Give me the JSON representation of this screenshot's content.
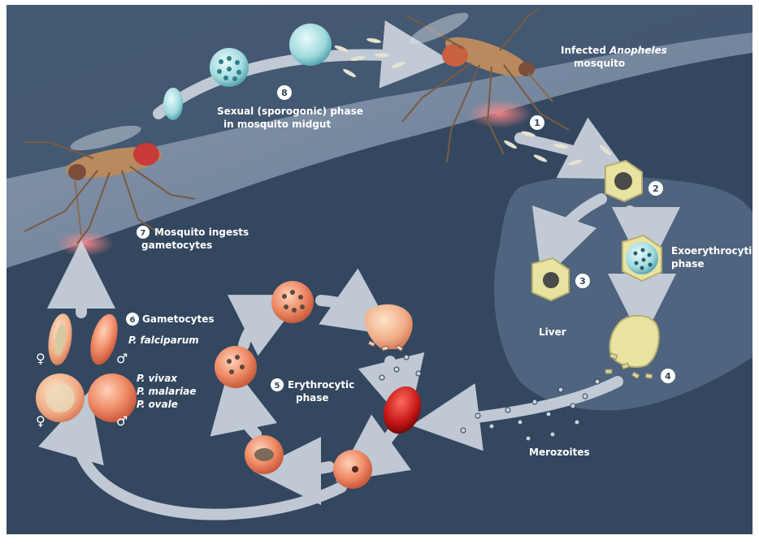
{
  "labels": {
    "infected_mosquito_line1": "Infected ",
    "infected_mosquito_species": "Anopheles",
    "infected_mosquito_line2": "mosquito",
    "sexual_phase_line1": "Sexual (sporogonic) phase",
    "sexual_phase_line2": "in mosquito midgut",
    "ingests_line1": "Mosquito ingests",
    "ingests_line2": "gametocytes",
    "gametocytes": "Gametocytes",
    "p_falciparum": "P. falciparum",
    "p_vivax": "P. vivax",
    "p_malariae": "P. malariae",
    "p_ovale": "P. ovale",
    "erythrocytic_line1": "Erythrocytic",
    "erythrocytic_line2": "phase",
    "exoerythrocytic_line1": "Exoerythrocytic",
    "exoerythrocytic_line2": "phase",
    "liver": "Liver",
    "merozoites": "Merozoites"
  },
  "step_numbers": {
    "s1": "1",
    "s2": "2",
    "s3": "3",
    "s4": "4",
    "s5": "5",
    "s6": "6",
    "s7": "7",
    "s8": "8"
  },
  "symbols": {
    "female": "♀",
    "male": "♂"
  },
  "colors": {
    "background": "#33475f",
    "skin": "#6f8198",
    "liver": "#556a84",
    "arrow": "#cfd6e0",
    "rbc": "#e87d5f",
    "rbc_dark": "#c01818",
    "liver_cell": "#e9e3a2",
    "label": "#ffffff"
  }
}
